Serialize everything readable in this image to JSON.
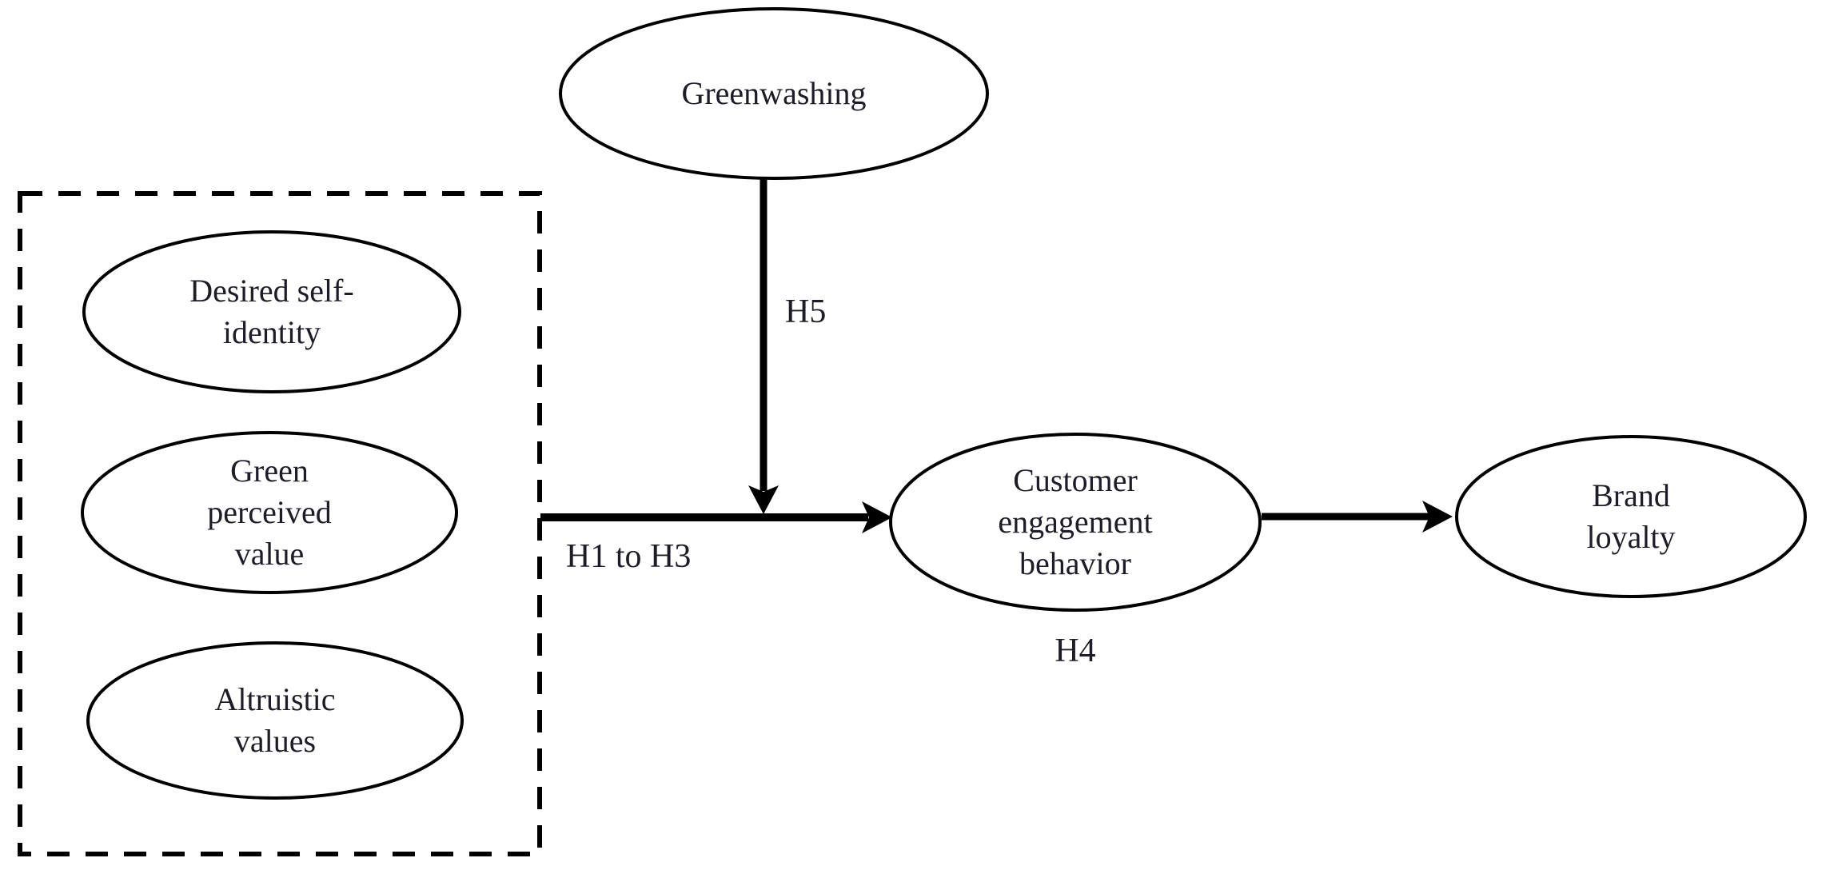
{
  "diagram": {
    "nodes": {
      "greenwashing": {
        "label": "Greenwashing"
      },
      "desired_self_identity": {
        "label": "Desired self-identity"
      },
      "green_perceived_value": {
        "label": "Green perceived value"
      },
      "altruistic_values": {
        "label": "Altruistic values"
      },
      "customer_engagement_behavior": {
        "label": "Customer engagement behavior"
      },
      "brand_loyalty": {
        "label": "Brand loyalty"
      }
    },
    "groups": {
      "predictors": {
        "style": "dashed-box",
        "members": [
          "desired_self_identity",
          "green_perceived_value",
          "altruistic_values"
        ]
      }
    },
    "edges": [
      {
        "from": "predictors",
        "to": "customer_engagement_behavior",
        "label": "H1 to H3"
      },
      {
        "from": "greenwashing",
        "to": "predictors-customer_engagement_behavior-path",
        "label": "H5"
      },
      {
        "from": "customer_engagement_behavior",
        "to": "brand_loyalty",
        "label": "H4"
      }
    ],
    "colors": {
      "stroke": "#000000",
      "text": "#1d1d28",
      "background": "#ffffff"
    }
  }
}
